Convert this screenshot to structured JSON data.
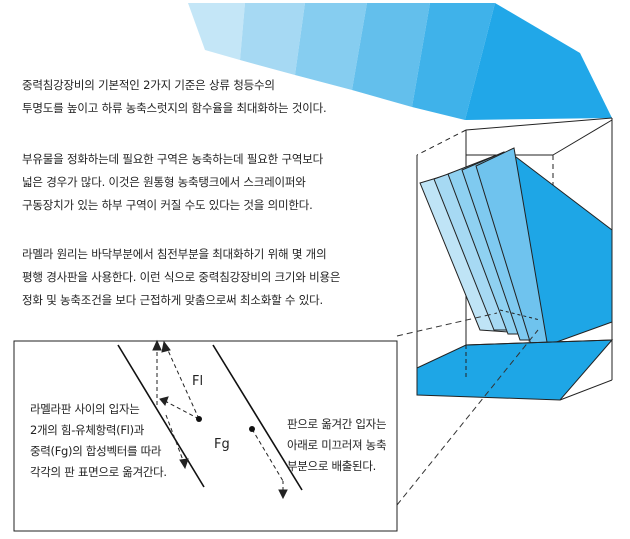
{
  "paragraphs": [
    [
      "중력침강장비의 기본적인 2가지 기준은 상류 청등수의",
      "투명도를 높이고 하류 농축스럿지의 함수율을 최대화하는 것이다."
    ],
    [
      "부유물을 정화하는데 필요한 구역은 농축하는데 필요한 구역보다",
      "넓은 경우가 많다. 이것은 원통형 농축탱크에서 스크레이퍼와",
      "구동장치가 있는 하부 구역이 커질 수도 있다는 것을 의미한다."
    ],
    [
      "라멜라 원리는 바닥부분에서 침전부분을 최대화하기 위해 몇 개의",
      "평행 경사판을 사용한다. 이런 식으로 중력침강장비의 크기와 비용은",
      "정화 및 농축조건을 보다 근접하게 맞춤으로써 최소화할 수 있다."
    ]
  ],
  "inset": {
    "left_text": [
      "라멜라판 사이의 입자는",
      "2개의 힘-유체항력(Fl)과",
      "중력(Fg)의 합성벡터를 따라",
      "각각의 판 표면으로 옮겨간다."
    ],
    "right_text": [
      "판으로 옮겨간 입자는",
      "아래로 미끄러져 농축",
      "부분으로 배출된다."
    ],
    "force_fl": "Fl",
    "force_fg": "Fg"
  },
  "colors": {
    "band_gradient": [
      "#c4e6f7",
      "#a6d9f3",
      "#86cdf0",
      "#63bfec",
      "#3fb2ea",
      "#21a7e8"
    ],
    "water_blue": "#1ea6e6",
    "plate_light": "#bfe4f6",
    "plate_mid": "#8fd1f1",
    "outline": "#222222"
  }
}
